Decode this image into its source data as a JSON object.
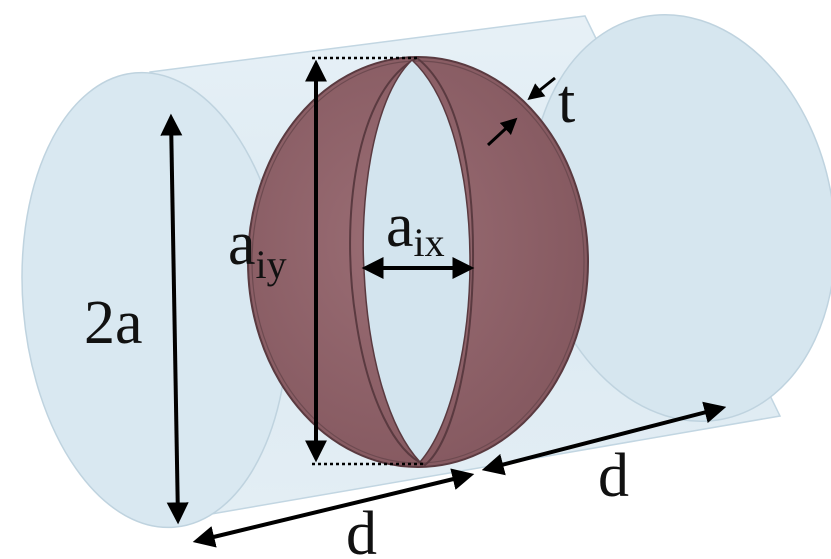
{
  "labels": {
    "thickness": "t",
    "inner_x_main": "a",
    "inner_x_sub": "ix",
    "inner_y_main": "a",
    "inner_y_sub": "iy",
    "diameter": "2a",
    "period_left": "d",
    "period_right": "d"
  },
  "colors": {
    "cylinder_fill": "#d6e6f0",
    "cylinder_edge": "#b9cfdc",
    "shell_fill": "#8c5f66",
    "shell_edge": "#5a3a40",
    "aperture_fill": "#cfe0ea",
    "arrow": "#000000"
  }
}
